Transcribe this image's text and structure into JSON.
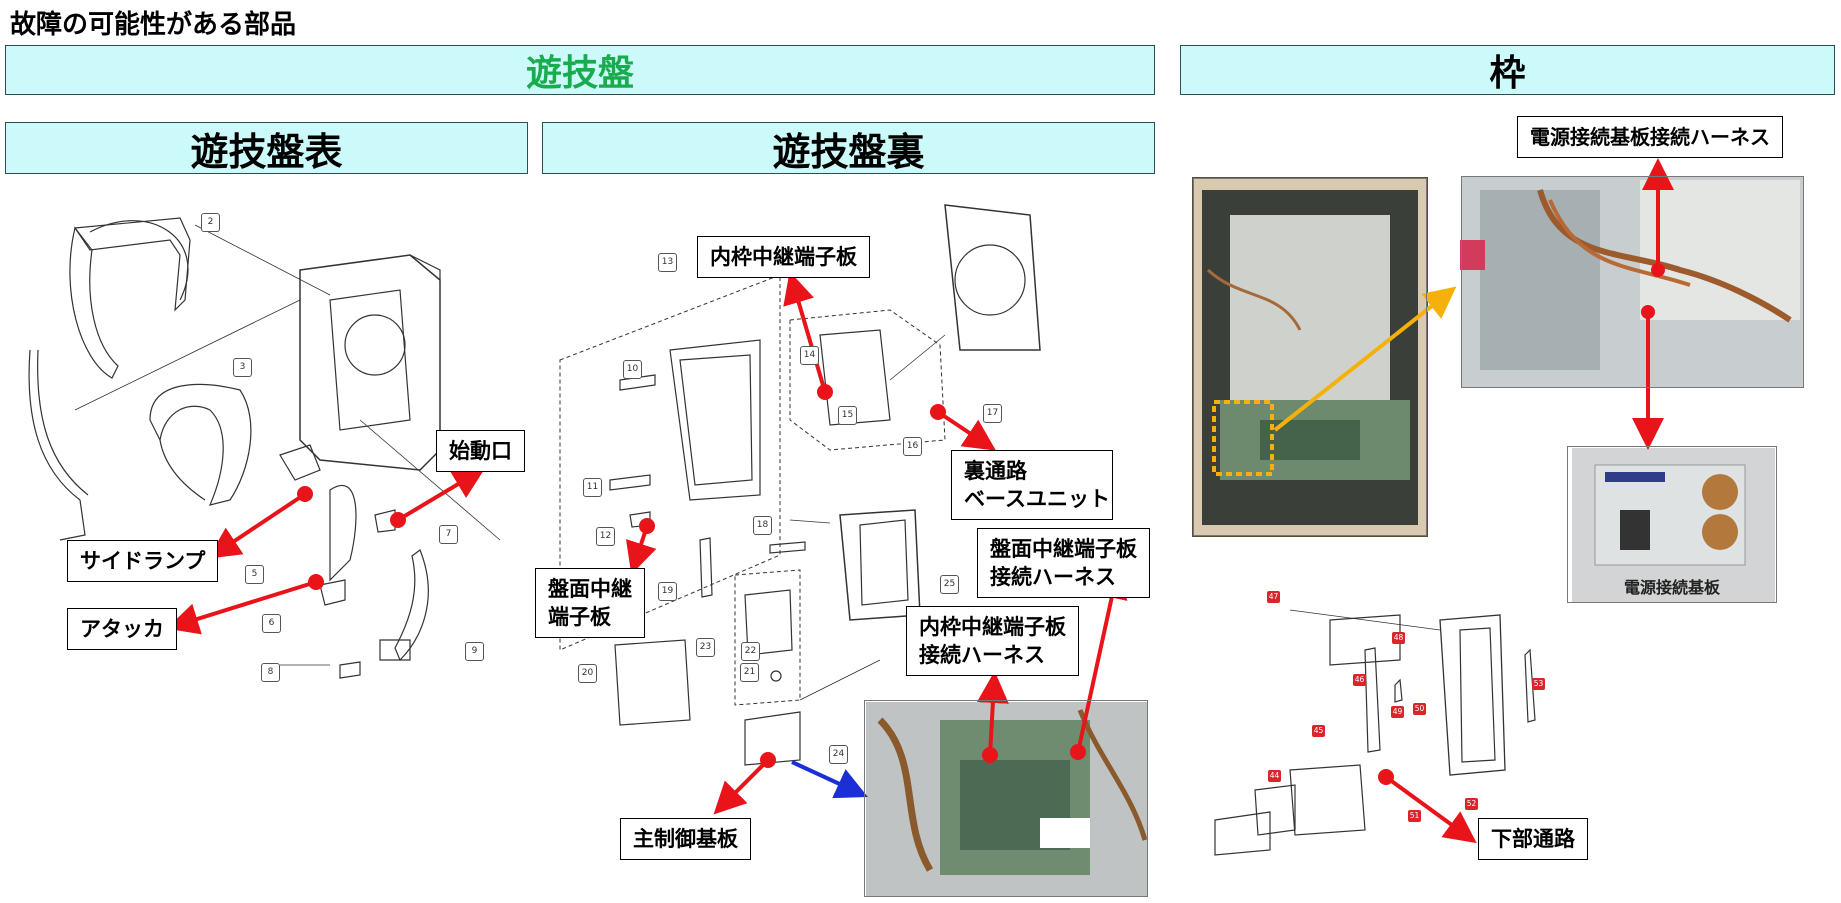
{
  "page_title": "故障の可能性がある部品",
  "headers": {
    "board": "遊技盤",
    "frame": "枠",
    "board_front": "遊技盤表",
    "board_back": "遊技盤裏"
  },
  "colors": {
    "board_header_text": "#1aab4f",
    "header_bg": "#ccfafa",
    "arrow_red": "#e8141a",
    "arrow_blue": "#1b2fd6",
    "arrow_yellow": "#f5b10a",
    "tag_red": "#d8262b"
  },
  "callouts": {
    "side_lamp": "サイドランプ",
    "start_port": "始動口",
    "attacker": "アタッカ",
    "inner_relay": "内枠中継端子板",
    "back_passage": [
      "裏通路",
      "ベースユニット"
    ],
    "panel_relay": [
      "盤面中継",
      "端子板"
    ],
    "panel_relay_harness": [
      "盤面中継端子板",
      "接続ハーネス"
    ],
    "inner_relay_harness": [
      "内枠中継端子板",
      "接続ハーネス"
    ],
    "main_control": "主制御基板",
    "power_harness": "電源接続基板接続ハーネス",
    "lower_passage": "下部通路"
  },
  "photo_labels": {
    "power_board": "電源接続基板"
  },
  "front_part_numbers": [
    "2",
    "3",
    "5",
    "6",
    "7",
    "8",
    "9"
  ],
  "back_part_numbers": [
    "10",
    "11",
    "12",
    "13",
    "14",
    "15",
    "16",
    "17",
    "18",
    "19",
    "20",
    "21",
    "22",
    "23",
    "24",
    "25"
  ],
  "frame_part_numbers": [
    "44",
    "45",
    "46",
    "47",
    "48",
    "49",
    "50",
    "51",
    "52",
    "53"
  ]
}
